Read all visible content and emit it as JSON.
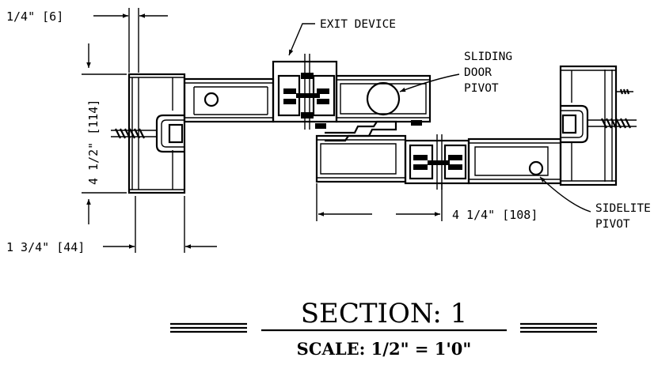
{
  "dimensions": {
    "quarter_inch": "1/4\" [6]",
    "height": "4 1/2\" [114]",
    "depth": "1 3/4\" [44]",
    "width": "4 1/4\" [108]"
  },
  "callouts": {
    "exit_device": "EXIT  DEVICE",
    "sliding_door_pivot": [
      "SLIDING",
      "DOOR",
      "PIVOT"
    ],
    "sidelite_pivot": [
      "SIDELITE",
      "PIVOT"
    ]
  },
  "title_block": {
    "title": "SECTION:  1",
    "scale": "SCALE:  1/2\"  =  1'0\""
  }
}
